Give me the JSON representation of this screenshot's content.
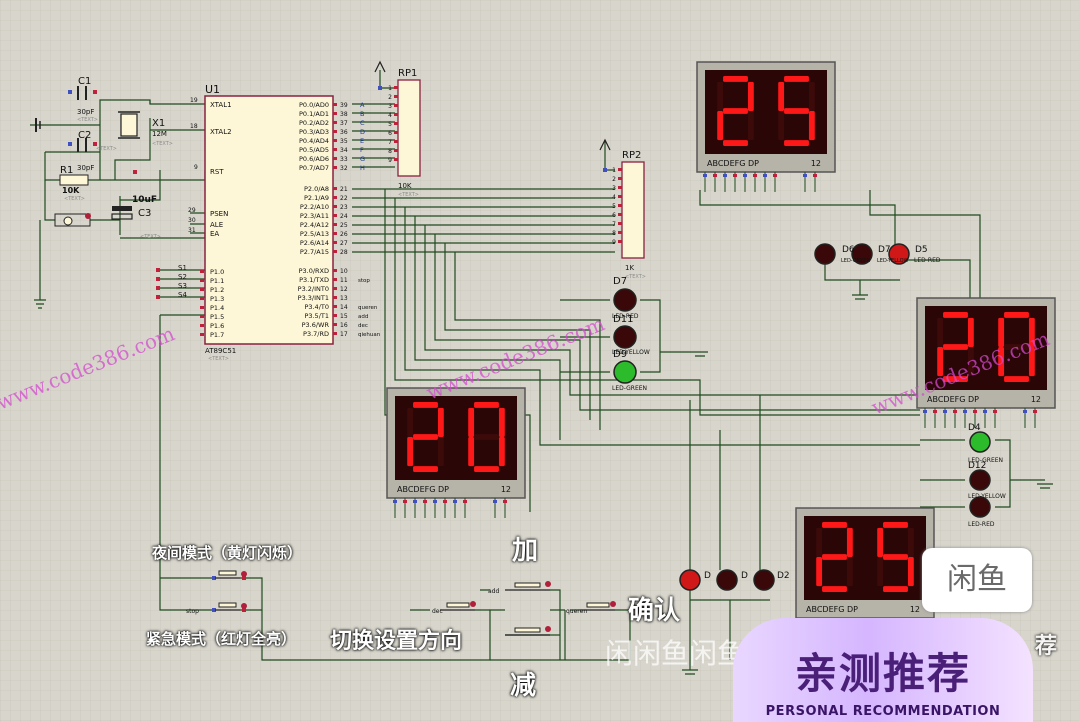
{
  "labels": {
    "c1": "C1",
    "c1_val": "30pF",
    "c2": "C2",
    "c2_val": "30pF",
    "x1": "X1",
    "x1_val": "12M",
    "r1": "R1",
    "r1_val": "10K",
    "c3": "C3",
    "c3_val": "10uF",
    "u1": "U1",
    "u1_part": "AT89C51",
    "rp1": "RP1",
    "rp1_val": "10K",
    "rp2": "RP2",
    "rp2_val": "1K",
    "text_tag": "<TEXT>",
    "xtal1": "XTAL1",
    "xtal2": "XTAL2",
    "rst": "RST",
    "psen": "PSEN",
    "ale": "ALE",
    "ea": "EA",
    "pin19": "19",
    "pin18": "18",
    "pin9": "9",
    "pin29": "29",
    "pin30": "30",
    "pin31": "31"
  },
  "p1_pins": [
    "P1.0",
    "P1.1",
    "P1.2",
    "P1.3",
    "P1.4",
    "P1.5",
    "P1.6",
    "P1.7"
  ],
  "switch_labels": [
    "S1",
    "S2",
    "S3",
    "S4"
  ],
  "p0_pins": [
    "P0.0/AD0",
    "P0.1/AD1",
    "P0.2/AD2",
    "P0.3/AD3",
    "P0.4/AD4",
    "P0.5/AD5",
    "P0.6/AD6",
    "P0.7/AD7"
  ],
  "p0_nums": [
    "39",
    "38",
    "37",
    "36",
    "35",
    "34",
    "33",
    "32"
  ],
  "p0_bus": [
    "A",
    "B",
    "C",
    "D",
    "E",
    "F",
    "G",
    "H"
  ],
  "p2_pins": [
    "P2.0/A8",
    "P2.1/A9",
    "P2.2/A10",
    "P2.3/A11",
    "P2.4/A12",
    "P2.5/A13",
    "P2.6/A14",
    "P2.7/A15"
  ],
  "p2_nums": [
    "21",
    "22",
    "23",
    "24",
    "25",
    "26",
    "27",
    "28"
  ],
  "p3_pins": [
    "P3.0/RXD",
    "P3.1/TXD",
    "P3.2/INT0",
    "P3.3/INT1",
    "P3.4/T0",
    "P3.5/T1",
    "P3.6/WR",
    "P3.7/RD"
  ],
  "p3_nums": [
    "10",
    "11",
    "12",
    "13",
    "14",
    "15",
    "16",
    "17"
  ],
  "p3_net": [
    "",
    "stop",
    "",
    "",
    "queren",
    "add",
    "dec",
    "qiehuan"
  ],
  "rp1_pins": [
    "1",
    "2",
    "3",
    "4",
    "5",
    "6",
    "7",
    "8",
    "9"
  ],
  "rp2_pins": [
    "1",
    "2",
    "3",
    "4",
    "5",
    "6",
    "7",
    "8",
    "9"
  ],
  "displays": [
    {
      "digits": "25",
      "label": "ABCDEFG DP",
      "num": "12"
    },
    {
      "digits": "20",
      "label": "ABCDEFG DP",
      "num": "12"
    },
    {
      "digits": "20",
      "label": "ABCDEFG DP",
      "num": "12"
    },
    {
      "digits": "25",
      "label": "ABCDEFG DP",
      "num": "12"
    }
  ],
  "leds": {
    "d7": "D7",
    "d7_lbl": "LED-RED",
    "d8": "D11",
    "d8_lbl": "LED-YELLOW",
    "d9": "D9",
    "d9_lbl": "LED-GREEN",
    "top_right": [
      "D6",
      "D7",
      "D5"
    ],
    "top_right_lbl": [
      "LED-GREEN",
      "LED-YELLOW",
      "LED-RED"
    ],
    "right": [
      "D4",
      "D12",
      ""
    ],
    "right_lbl": [
      "LED-GREEN",
      "LED-YELLOW",
      "LED-RED"
    ],
    "bottom": [
      "D",
      "D",
      "D2"
    ]
  },
  "annotations": {
    "night_mode": "夜间模式（黄灯闪烁）",
    "emergency_mode": "紧急模式（红灯全亮）",
    "switch_direction": "切换设置方向",
    "add": "加",
    "subtract": "减",
    "confirm": "确认",
    "stop_net": "stop",
    "dec_net": "dec",
    "add_net": "add",
    "queren_net": "queren"
  },
  "overlays": {
    "watermark": "www.code386.com",
    "xianyu_text": "闲闲鱼闲鱼",
    "xianyu_logo": "闲鱼",
    "badge_main": "亲测推荐",
    "badge_sub": "PERSONAL RECOMMENDATION",
    "right_partial": "荐"
  },
  "colors": {
    "wire": "#1e4a1e",
    "pin_red": "#c0203a",
    "pin_blue": "#4050c0",
    "chip_fill": "#fdf7d8",
    "chip_stroke": "#8a2040",
    "seg_bg": "#2a0606",
    "seg_on": "#ff1818",
    "led_red": "#d01818",
    "led_green": "#2bbb2b",
    "led_off": "#3a0808"
  }
}
